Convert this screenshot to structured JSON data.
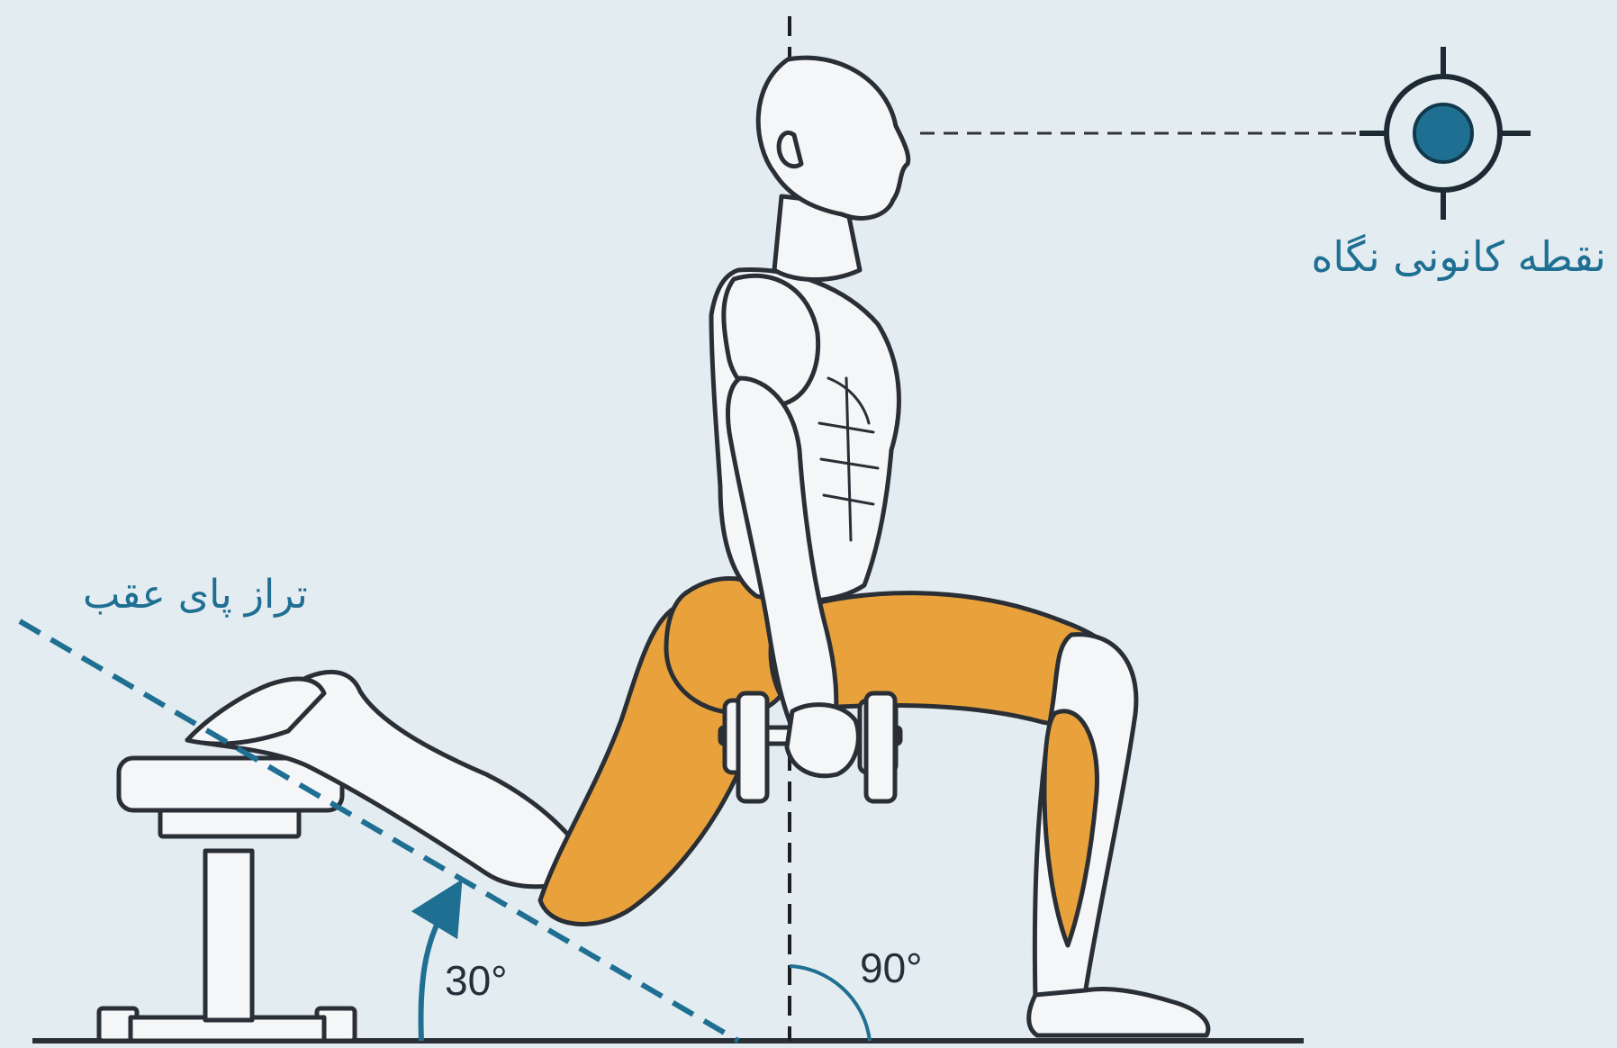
{
  "labels": {
    "focal_point": "نقطه کانونی نگاه",
    "rear_leg_level": "تراز پای عقب",
    "angle_back": "30°",
    "angle_front": "90°"
  },
  "colors": {
    "background": "#e3ecf1",
    "accent_blue": "#1f6f92",
    "muscle_orange": "#e9a23b",
    "outline": "#2a2f36",
    "skin_white": "#f4f6f8"
  },
  "icons": {
    "target": "crosshair-target-icon",
    "dumbbell": "dumbbell-icon"
  }
}
